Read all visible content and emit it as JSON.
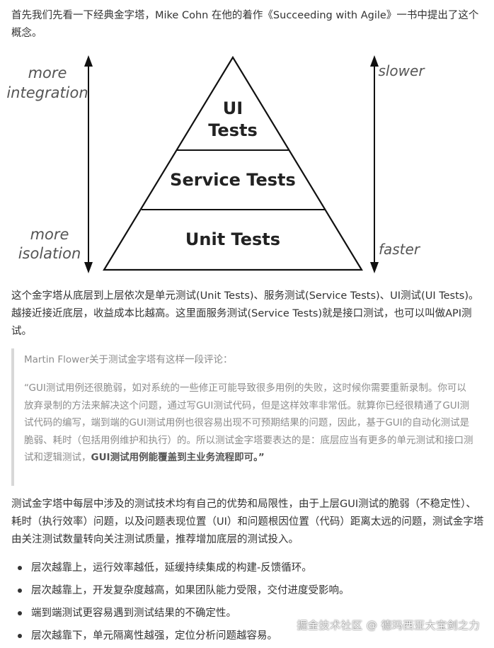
{
  "intro": "首先我们先看一下经典金字塔，Mike Cohn 在他的着作《Succeeding with Agile》一书中提出了这个概念。",
  "pyramid": {
    "left_top": "more",
    "left_top2": "integration",
    "left_bottom": "more",
    "left_bottom2": "isolation",
    "right_top": "slower",
    "right_bottom": "faster",
    "layer_top_1": "UI",
    "layer_top_2": "Tests",
    "layer_middle": "Service Tests",
    "layer_bottom": "Unit Tests"
  },
  "after_figure": "这个金字塔从底层到上层依次是单元测试(Unit Tests)、服务测试(Service Tests)、UI测试(UI Tests)。越接近接近底层，收益成本比越高。这里面服务测试(Service Tests)就是接口测试，也可以叫做API测试。",
  "quote": {
    "title": "Martin Flower关于测试金字塔有这样一段评论：",
    "body": "“GUI测试用例还很脆弱，如对系统的一些修正可能导致很多用例的失败，这时候你需要重新录制。你可以放弃录制的方法来解决这个问题，通过写GUI测试代码，但是这样效率非常低。就算你已经很精通了GUI测试代码的编写，端到端的GUI测试用例也很容易出现不可预期结果的问题，因此，基于GUI的自动化测试是脆弱、耗时（包括用例维护和执行）的。所以测试金字塔要表达的是：底层应当有更多的单元测试和接口测试和逻辑测试，",
    "body_bold": "GUI测试用例能覆盖到主业务流程即可。”"
  },
  "after_quote": "测试金字塔中每层中涉及的测试技术均有自己的优势和局限性，由于上层GUI测试的脆弱（不稳定性）、耗时（执行效率）问题，以及问题表现位置（UI）和问题根因位置（代码）距离太远的问题，测试金字塔由关注测试数量转向关注测试质量，推荐增加底层的测试投入。",
  "bullets": [
    "层次越靠上，运行效率越低，延缓持续集成的构建-反馈循环。",
    "层次越靠上，开发复杂度越高，如果团队能力受限，交付进度受影响。",
    "端到端测试更容易遇到测试结果的不确定性。",
    "层次越靠下，单元隔离性越强，定位分析问题越容易。"
  ],
  "watermark": "掘金技术社区 @ 德玛西亚大宝剑之力"
}
